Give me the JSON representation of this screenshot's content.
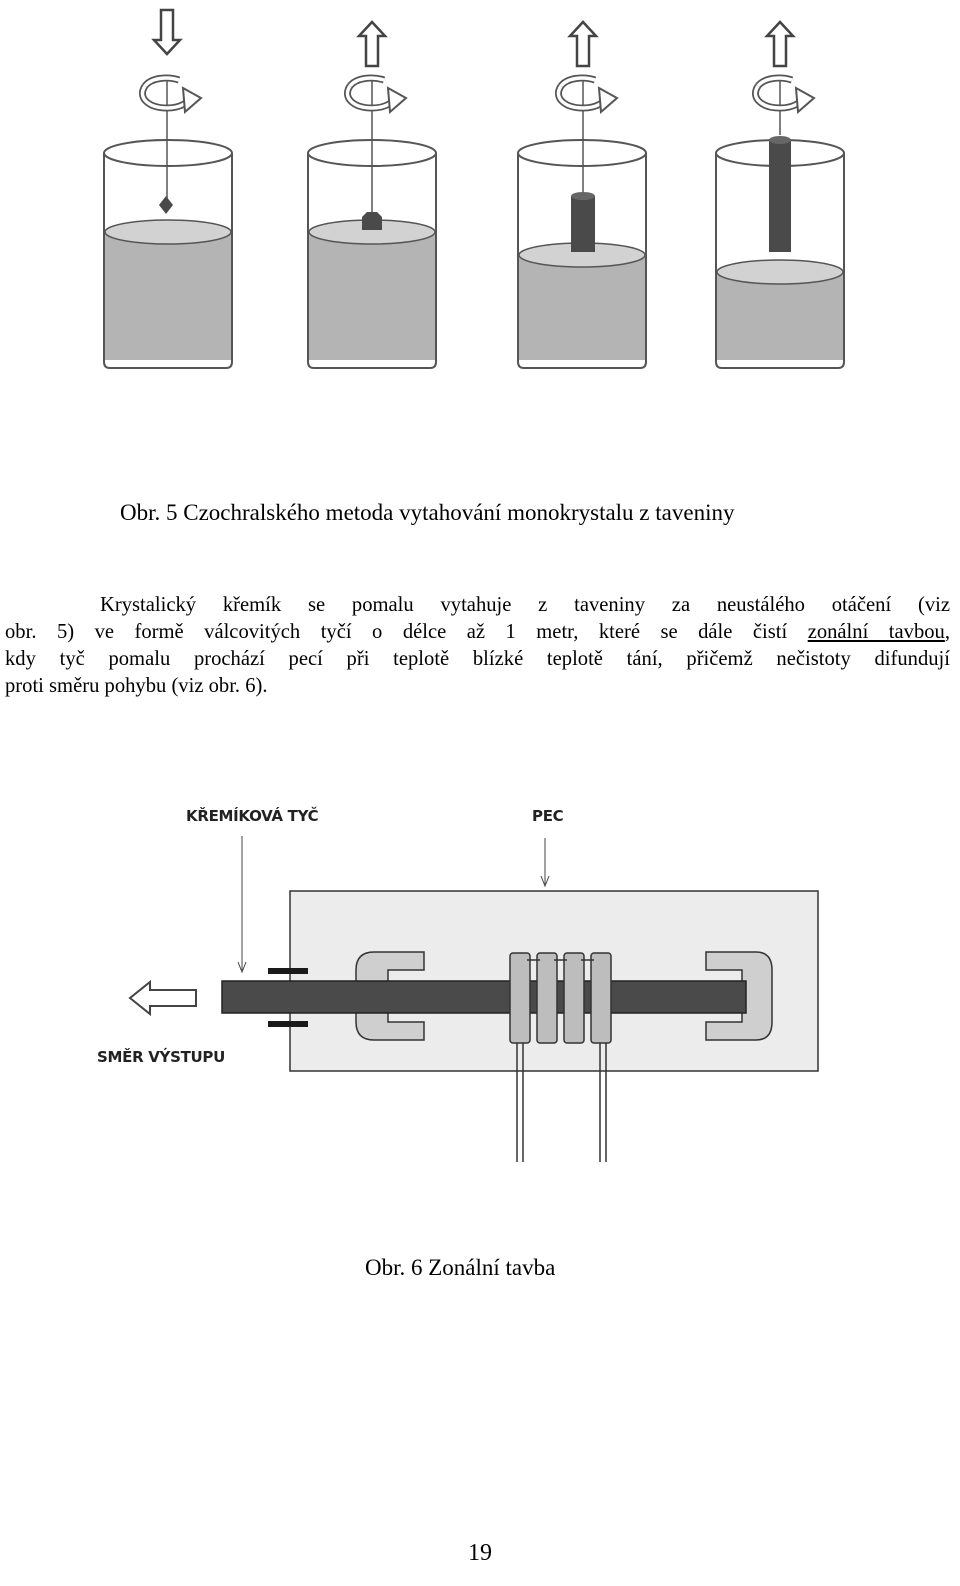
{
  "figure5": {
    "caption": "Obr. 5  Czochralského metoda vytahování monokrystalu z taveniny",
    "stages": [
      {
        "arrow": "down-arrow-icon",
        "stage": "seed"
      },
      {
        "arrow": "up-arrow-icon",
        "stage": "neck"
      },
      {
        "arrow": "up-arrow-icon",
        "stage": "growing-rod"
      },
      {
        "arrow": "up-arrow-icon",
        "stage": "full-rod"
      }
    ]
  },
  "paragraph": {
    "line1": "Krystalický křemík se pomalu vytahuje z taveniny za neustálého otáčení (viz",
    "line2_before": "obr. 5) ve formě válcovitých tyčí o délce až 1 metr, které se dále čistí ",
    "line2_link": "zonální tavbou",
    "line2_after": ",",
    "line3": "kdy tyč pomalu prochází pecí při teplotě blízké teplotě tání, přičemž nečistoty difundují",
    "line4": "proti směru pohybu (viz obr. 6)."
  },
  "figure6": {
    "caption": "Obr. 6  Zonální tavba",
    "label_rod": "KŘEMÍKOVÁ TYČ",
    "label_furnace": "PEC",
    "label_direction": "SMĚR VÝSTUPU"
  },
  "page_number": "19",
  "colors": {
    "melt": "#b4b4b4",
    "crystal": "#4a4a4a",
    "furnace_bg": "#ececec",
    "clamp": "#cfcfcf"
  }
}
